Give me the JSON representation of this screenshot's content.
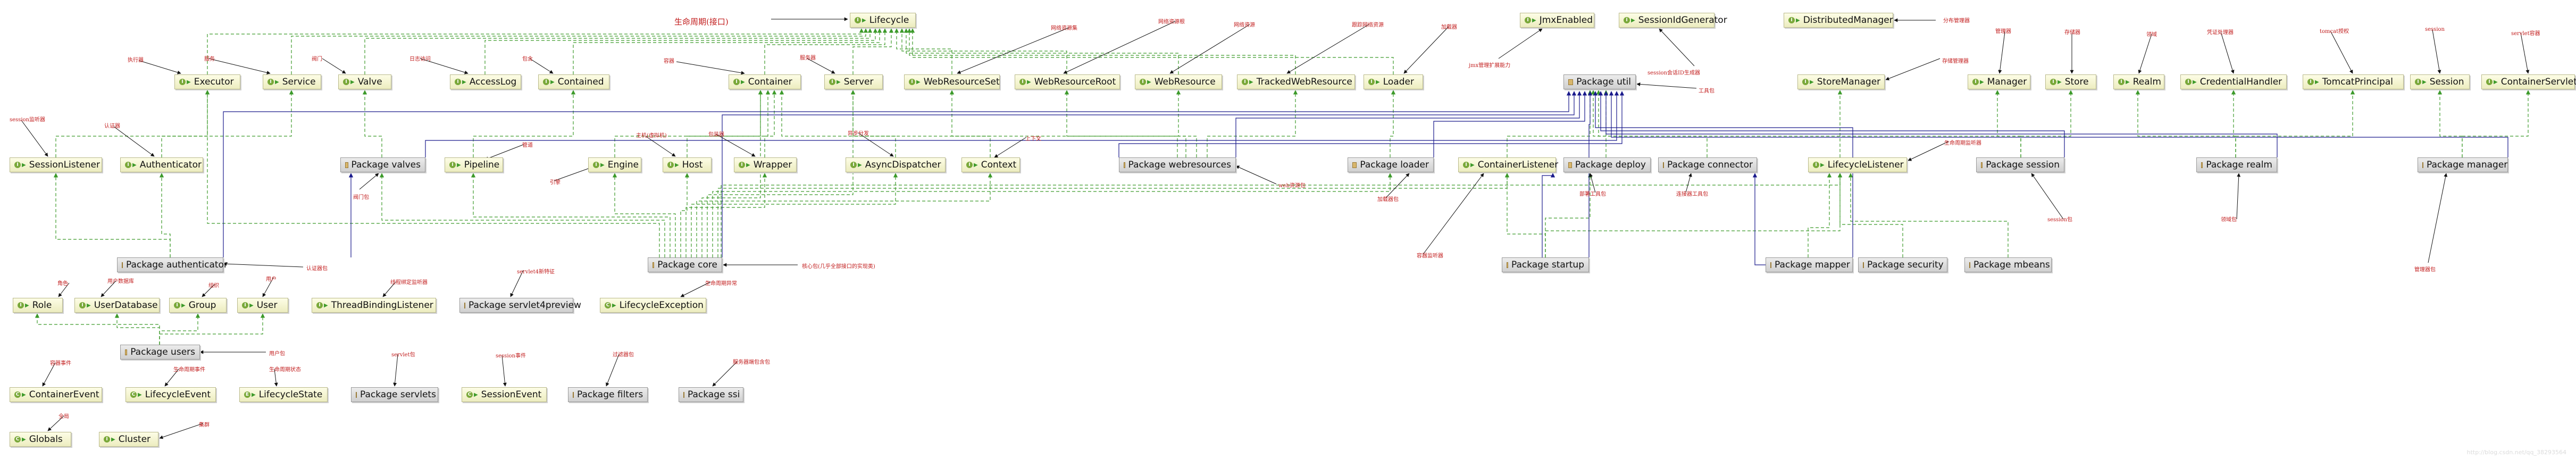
{
  "nodes": [
    {
      "id": "lifecycle",
      "label": "Lifecycle",
      "kind": "interface"
    },
    {
      "id": "jmxenabled",
      "label": "JmxEnabled",
      "kind": "interface"
    },
    {
      "id": "sessionidgenerator",
      "label": "SessionIdGenerator",
      "kind": "interface"
    },
    {
      "id": "distributedmanager",
      "label": "DistributedManager",
      "kind": "interface"
    },
    {
      "id": "executor",
      "label": "Executor",
      "kind": "interface"
    },
    {
      "id": "service",
      "label": "Service",
      "kind": "interface"
    },
    {
      "id": "valve",
      "label": "Valve",
      "kind": "interface"
    },
    {
      "id": "accesslog",
      "label": "AccessLog",
      "kind": "interface"
    },
    {
      "id": "contained",
      "label": "Contained",
      "kind": "interface"
    },
    {
      "id": "container",
      "label": "Container",
      "kind": "interface"
    },
    {
      "id": "server",
      "label": "Server",
      "kind": "interface"
    },
    {
      "id": "webresourceset",
      "label": "WebResourceSet",
      "kind": "interface"
    },
    {
      "id": "webresourceroot",
      "label": "WebResourceRoot",
      "kind": "interface"
    },
    {
      "id": "webresource",
      "label": "WebResource",
      "kind": "interface"
    },
    {
      "id": "trackedwebresource",
      "label": "TrackedWebResource",
      "kind": "interface"
    },
    {
      "id": "loader",
      "label": "Loader",
      "kind": "interface"
    },
    {
      "id": "pkg_util",
      "label": "Package util",
      "kind": "package"
    },
    {
      "id": "storemanager",
      "label": "StoreManager",
      "kind": "interface"
    },
    {
      "id": "manager",
      "label": "Manager",
      "kind": "interface"
    },
    {
      "id": "store",
      "label": "Store",
      "kind": "interface"
    },
    {
      "id": "realm",
      "label": "Realm",
      "kind": "interface"
    },
    {
      "id": "credentialhandler",
      "label": "CredentialHandler",
      "kind": "interface"
    },
    {
      "id": "tomcatprincipal",
      "label": "TomcatPrincipal",
      "kind": "interface"
    },
    {
      "id": "session",
      "label": "Session",
      "kind": "interface"
    },
    {
      "id": "containerservlet",
      "label": "ContainerServlet",
      "kind": "interface"
    },
    {
      "id": "sessionlistener",
      "label": "SessionListener",
      "kind": "interface"
    },
    {
      "id": "authenticator",
      "label": "Authenticator",
      "kind": "interface"
    },
    {
      "id": "pkg_valves",
      "label": "Package valves",
      "kind": "package"
    },
    {
      "id": "pipeline",
      "label": "Pipeline",
      "kind": "interface"
    },
    {
      "id": "engine",
      "label": "Engine",
      "kind": "interface"
    },
    {
      "id": "host",
      "label": "Host",
      "kind": "interface"
    },
    {
      "id": "wrapper",
      "label": "Wrapper",
      "kind": "interface"
    },
    {
      "id": "asyncdispatcher",
      "label": "AsyncDispatcher",
      "kind": "interface"
    },
    {
      "id": "context",
      "label": "Context",
      "kind": "interface"
    },
    {
      "id": "pkg_webresources",
      "label": "Package webresources",
      "kind": "package"
    },
    {
      "id": "pkg_loader",
      "label": "Package loader",
      "kind": "package"
    },
    {
      "id": "containerlistener",
      "label": "ContainerListener",
      "kind": "interface"
    },
    {
      "id": "pkg_deploy",
      "label": "Package deploy",
      "kind": "package"
    },
    {
      "id": "pkg_connector",
      "label": "Package connector",
      "kind": "package"
    },
    {
      "id": "lifecyclelistener",
      "label": "LifecycleListener",
      "kind": "interface"
    },
    {
      "id": "pkg_session",
      "label": "Package session",
      "kind": "package"
    },
    {
      "id": "pkg_realm",
      "label": "Package realm",
      "kind": "package"
    },
    {
      "id": "pkg_manager",
      "label": "Package manager",
      "kind": "package"
    },
    {
      "id": "pkg_authenticator",
      "label": "Package authenticator",
      "kind": "package"
    },
    {
      "id": "pkg_core",
      "label": "Package core",
      "kind": "package"
    },
    {
      "id": "pkg_startup",
      "label": "Package startup",
      "kind": "package"
    },
    {
      "id": "pkg_mapper",
      "label": "Package mapper",
      "kind": "package"
    },
    {
      "id": "pkg_security",
      "label": "Package security",
      "kind": "package"
    },
    {
      "id": "pkg_mbeans",
      "label": "Package mbeans",
      "kind": "package"
    },
    {
      "id": "role",
      "label": "Role",
      "kind": "interface"
    },
    {
      "id": "userdatabase",
      "label": "UserDatabase",
      "kind": "interface"
    },
    {
      "id": "group",
      "label": "Group",
      "kind": "interface"
    },
    {
      "id": "user",
      "label": "User",
      "kind": "interface"
    },
    {
      "id": "threadbindinglistener",
      "label": "ThreadBindingListener",
      "kind": "interface"
    },
    {
      "id": "pkg_servlet4preview",
      "label": "Package servlet4preview",
      "kind": "package"
    },
    {
      "id": "lifecycleexception",
      "label": "LifecycleException",
      "kind": "class"
    },
    {
      "id": "pkg_users",
      "label": "Package users",
      "kind": "package"
    },
    {
      "id": "containerevent",
      "label": "ContainerEvent",
      "kind": "class"
    },
    {
      "id": "lifecycleevent",
      "label": "LifecycleEvent",
      "kind": "class"
    },
    {
      "id": "lifecyclestate",
      "label": "LifecycleState",
      "kind": "enum"
    },
    {
      "id": "pkg_servlets",
      "label": "Package servlets",
      "kind": "package"
    },
    {
      "id": "sessionevent",
      "label": "SessionEvent",
      "kind": "class"
    },
    {
      "id": "pkg_filters",
      "label": "Package filters",
      "kind": "package"
    },
    {
      "id": "pkg_ssi",
      "label": "Package ssi",
      "kind": "package"
    },
    {
      "id": "globals",
      "label": "Globals",
      "kind": "class"
    },
    {
      "id": "cluster",
      "label": "Cluster",
      "kind": "interface"
    }
  ],
  "notes": [
    {
      "id": "n_lifecycle",
      "text": "生命周期(接口)"
    },
    {
      "id": "n_executor",
      "text": "执行器"
    },
    {
      "id": "n_service",
      "text": "服务"
    },
    {
      "id": "n_valve",
      "text": "阀门"
    },
    {
      "id": "n_accesslog",
      "text": "日志访问"
    },
    {
      "id": "n_contained",
      "text": "包含"
    },
    {
      "id": "n_container",
      "text": "容器"
    },
    {
      "id": "n_server",
      "text": "服务器"
    },
    {
      "id": "n_wrs",
      "text": "网络资源集"
    },
    {
      "id": "n_wrr",
      "text": "网络资源根"
    },
    {
      "id": "n_wr",
      "text": "网络资源"
    },
    {
      "id": "n_twr",
      "text": "跟踪网络资源"
    },
    {
      "id": "n_loader",
      "text": "加载器"
    },
    {
      "id": "n_jmx",
      "text": "jmx管理扩展能力"
    },
    {
      "id": "n_sidgen",
      "text": "session会话ID生成器"
    },
    {
      "id": "n_util",
      "text": "工具包"
    },
    {
      "id": "n_dm",
      "text": "分布管理器"
    },
    {
      "id": "n_sm",
      "text": "存储管理器"
    },
    {
      "id": "n_manager",
      "text": "管理器"
    },
    {
      "id": "n_store",
      "text": "存储器"
    },
    {
      "id": "n_realm",
      "text": "领域"
    },
    {
      "id": "n_ch",
      "text": "凭证处理器"
    },
    {
      "id": "n_tp",
      "text": "tomcat授权"
    },
    {
      "id": "n_session",
      "text": "session"
    },
    {
      "id": "n_cs",
      "text": "servlet容器"
    },
    {
      "id": "n_sl",
      "text": "session监听器"
    },
    {
      "id": "n_auth",
      "text": "认证器"
    },
    {
      "id": "n_valves",
      "text": "阀门包"
    },
    {
      "id": "n_pipeline",
      "text": "管道"
    },
    {
      "id": "n_engine",
      "text": "引擎"
    },
    {
      "id": "n_host",
      "text": "主机(虚拟机)"
    },
    {
      "id": "n_wrapper",
      "text": "包装器"
    },
    {
      "id": "n_async",
      "text": "异步分发"
    },
    {
      "id": "n_context",
      "text": "上下文"
    },
    {
      "id": "n_webres",
      "text": "web资源包"
    },
    {
      "id": "n_loaderpkg",
      "text": "加载器包"
    },
    {
      "id": "n_cl",
      "text": "容器监听器"
    },
    {
      "id": "n_deploy",
      "text": "部署工具包"
    },
    {
      "id": "n_connector",
      "text": "连接器工具包"
    },
    {
      "id": "n_ll",
      "text": "生命周期监听器"
    },
    {
      "id": "n_sessionpkg",
      "text": "session包"
    },
    {
      "id": "n_realmpkg",
      "text": "领域包"
    },
    {
      "id": "n_managerpkg",
      "text": "管理器包"
    },
    {
      "id": "n_authpkg",
      "text": "认证器包"
    },
    {
      "id": "n_core",
      "text": "核心包(几乎全部接口的实现类)"
    },
    {
      "id": "n_role",
      "text": "角色"
    },
    {
      "id": "n_ud",
      "text": "用户数据库"
    },
    {
      "id": "n_group",
      "text": "组织"
    },
    {
      "id": "n_user",
      "text": "用户"
    },
    {
      "id": "n_tbl",
      "text": "线程绑定监听器"
    },
    {
      "id": "n_s4p",
      "text": "servlet4新特征"
    },
    {
      "id": "n_le",
      "text": "生命周期异常"
    },
    {
      "id": "n_users",
      "text": "用户包"
    },
    {
      "id": "n_ce",
      "text": "容器事件"
    },
    {
      "id": "n_lev",
      "text": "生命周期事件"
    },
    {
      "id": "n_ls",
      "text": "生命周期状态"
    },
    {
      "id": "n_servlets",
      "text": "servlet包"
    },
    {
      "id": "n_se",
      "text": "session事件"
    },
    {
      "id": "n_filters",
      "text": "过滤器包"
    },
    {
      "id": "n_ssi",
      "text": "服务器端包含包"
    },
    {
      "id": "n_globals",
      "text": "全局"
    },
    {
      "id": "n_cluster",
      "text": "集群"
    }
  ],
  "watermark": "http://blog.csdn.net/qq_38293564"
}
